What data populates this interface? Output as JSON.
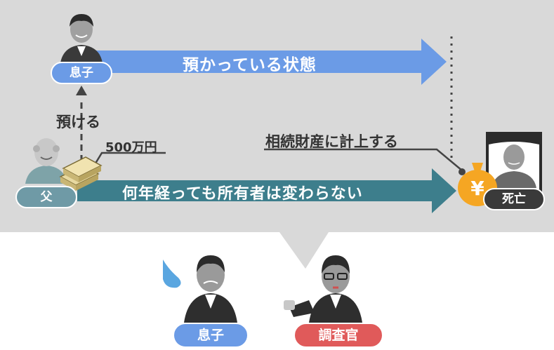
{
  "arrows": {
    "top_label": "預かっている状態",
    "bottom_label": "何年経っても所有者は変わらない"
  },
  "labels": {
    "deposit": "預ける",
    "amount": "500万円",
    "inherit_note": "相続財産に計上する"
  },
  "people": {
    "son_top": "息子",
    "father": "父",
    "deceased": "死亡",
    "son_bottom": "息子",
    "investigator": "調査官"
  },
  "icons": {
    "money_bag_symbol": "¥"
  },
  "colors": {
    "top_arrow": "#6b9be6",
    "bottom_arrow": "#3d7e8c",
    "son_pill": "#6b9be6",
    "father_pill": "#6f9aa6",
    "deceased_pill": "#3a3a3a",
    "investigator_pill": "#e05a5a",
    "money_bag": "#f5a623"
  }
}
